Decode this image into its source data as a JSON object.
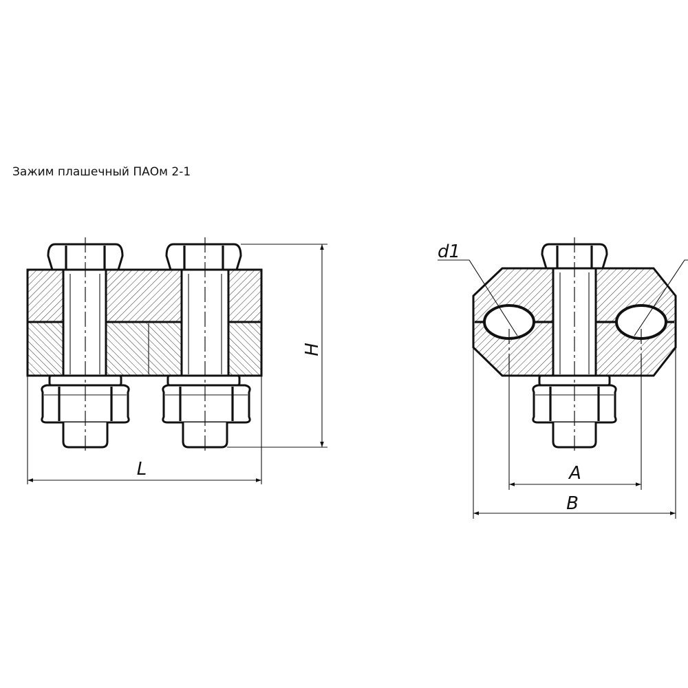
{
  "title": "Зажим плашечный ПАОм 2-1",
  "dimensions": {
    "length": "L",
    "height": "H",
    "hole_spacing": "A",
    "width": "B",
    "conductor_diameter": "d1"
  }
}
